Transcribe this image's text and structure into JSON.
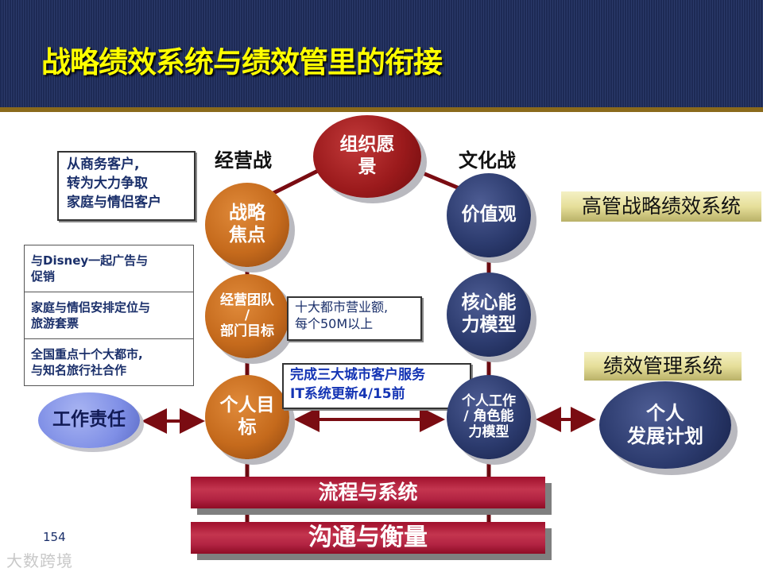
{
  "title": "战略绩效系统与绩效管里的衔接",
  "columns": {
    "left_label": "经营战",
    "right_label": "文化战"
  },
  "top_circle": {
    "line1": "组织愿",
    "line2": "景"
  },
  "left_circles": [
    {
      "line1": "战略",
      "line2": "焦点"
    },
    {
      "line1": "经营团队",
      "line2": "/",
      "line3": "部门目标"
    },
    {
      "line1": "个人目",
      "line2": "标"
    }
  ],
  "right_circles": [
    {
      "line1": "价值观"
    },
    {
      "line1": "核心能",
      "line2": "力模型"
    },
    {
      "line1": "个人工作",
      "line2": "/ 角色能",
      "line3": "力模型"
    }
  ],
  "strategy_box": {
    "line1": "从商务客户,",
    "line2": "转为大力争取",
    "line3": "家庭与情侣客户"
  },
  "tactics_table": [
    {
      "line1": "与Disney一起广告与",
      "line2": "促销"
    },
    {
      "line1": "家庭与情侣安排定位与",
      "line2": "旅游套票"
    },
    {
      "line1": "全国重点十个大都市,",
      "line2": "与知名旅行社合作"
    }
  ],
  "team_goal_box": {
    "line1": "十大都市营业额,",
    "line2": "每个50M以上"
  },
  "personal_goal_box": {
    "line1": "完成三大城市客户服务",
    "line2": "IT系统更新4/15前"
  },
  "work_duty": "工作责任",
  "exec_system_label": "高管战略绩效系统",
  "perf_system_label": "绩效管理系统",
  "dev_plan": {
    "line1": "个人",
    "line2": "发展计划"
  },
  "bars": {
    "process": "流程与系统",
    "communication": "沟通与衡量"
  },
  "page_number": "154",
  "watermark": "大数跨境",
  "colors": {
    "header": "#1d2a55",
    "title": "#ffff00",
    "orange": "#c56a1c",
    "navy": "#2c3b6e",
    "bar": "#b32443",
    "connector": "#7a0c12"
  }
}
